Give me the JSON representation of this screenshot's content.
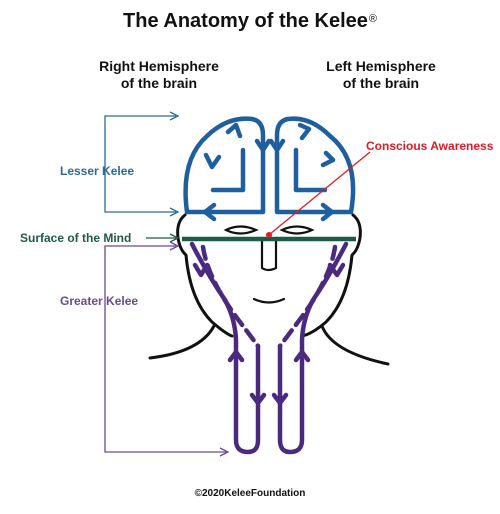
{
  "title": "The Anatomy of the Kelee",
  "title_mark": "®",
  "hemispheres": {
    "right": "Right Hemisphere\nof the brain",
    "left": "Left Hemisphere\nof the brain"
  },
  "labels": {
    "lesser_kelee": "Lesser Kelee",
    "surface_of_mind": "Surface of the Mind",
    "greater_kelee": "Greater Kelee",
    "conscious_awareness": "Conscious Awareness"
  },
  "copyright": "©2020KeleeFoundation",
  "colors": {
    "lesser": "#1f5f9e",
    "greater": "#4b2a7e",
    "surface": "#1e5a47",
    "conscious": "#e01b24",
    "outline": "#111111"
  }
}
